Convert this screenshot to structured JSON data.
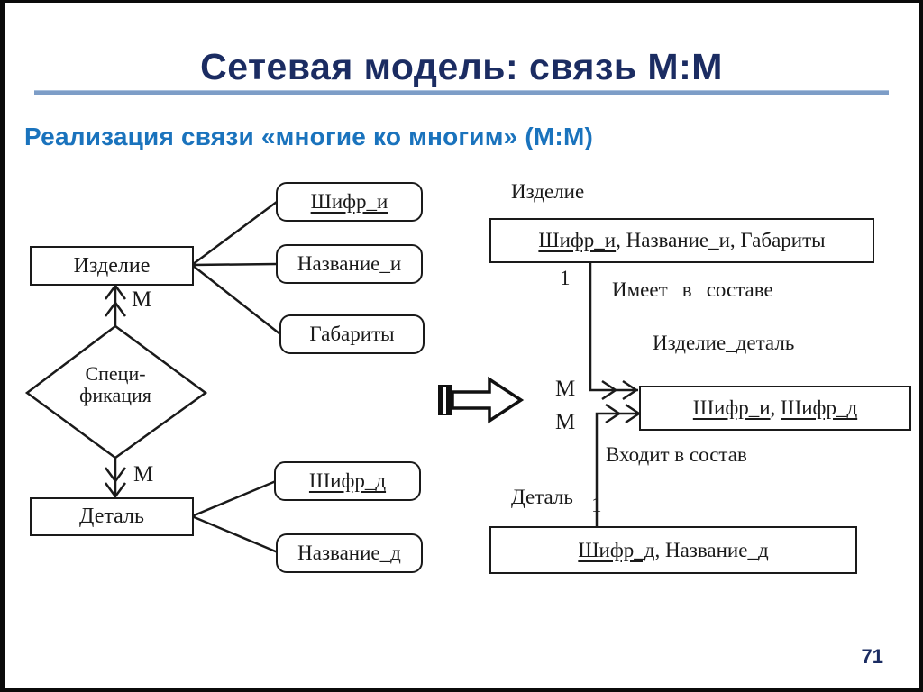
{
  "slide": {
    "title": "Сетевая модель: связь М:М",
    "subtitle": "Реализация связи «многие ко многим» (М:М)",
    "page_number": "71",
    "colors": {
      "title_navy": "#1b2c62",
      "subtitle_blue": "#1a73bd",
      "rule_steel_blue": "#7d9dc7",
      "diagram_ink": "#1a1a1a",
      "background": "#ffffff"
    }
  },
  "er_diagram": {
    "entities": {
      "product": "Изделие",
      "part": "Деталь"
    },
    "relationship": {
      "line1": "Специ-",
      "line2": "фикация"
    },
    "cardinality_top": "М",
    "cardinality_bottom": "М",
    "attributes": {
      "product": [
        {
          "label": "Шифр_и",
          "key": true
        },
        {
          "label": "Название_и",
          "key": false
        },
        {
          "label": "Габариты",
          "key": false
        }
      ],
      "part": [
        {
          "label": "Шифр_д",
          "key": true
        },
        {
          "label": "Название_д",
          "key": false
        }
      ]
    }
  },
  "network_diagram": {
    "product_label": "Изделие",
    "product_record": {
      "key": "Шифр_и",
      "rest": ", Название_и, Габариты"
    },
    "one_top": "1",
    "rel_top": "Имеет в составе",
    "link_label": "Изделие_деталь",
    "m_top": "М",
    "m_bottom": "М",
    "link_record": {
      "key1": "Шифр_и",
      "sep": ", ",
      "key2": "Шифр_д"
    },
    "rel_bottom": "Входит в состав",
    "part_label": "Деталь",
    "one_bottom": "1",
    "part_record": {
      "key": "Шифр_д",
      "rest": ", Название_д"
    }
  }
}
